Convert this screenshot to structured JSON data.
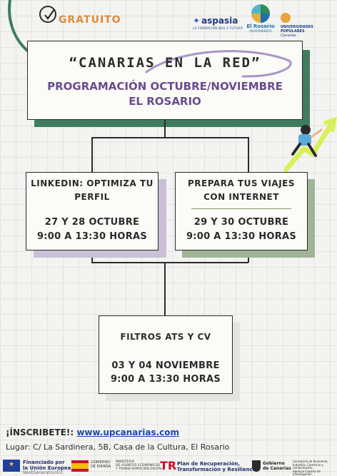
{
  "badge": {
    "label": "GRATUITO"
  },
  "logos": {
    "aspasia": {
      "name": "aspasia",
      "tagline": "LA FORMACIÓN NOS A FUTURO"
    },
    "rosario": {
      "name": "El Rosario",
      "sub": "AYUNTAMIENTO"
    },
    "up": {
      "name": "UNIVERSIDADES POPULARES",
      "sub": "Canarias"
    }
  },
  "title": {
    "main": "“CANARIAS EN LA RED”",
    "sub1": "PROGRAMACIÓN OCTUBRE/NOVIEMBRE",
    "sub2": "EL ROSARIO"
  },
  "workshops": [
    {
      "title_l1": "LINKEDIN: OPTIMIZA TU",
      "title_l2": "PERFIL",
      "dates": "27 Y 28 OCTUBRE",
      "hours": "9:00 A 13:30 HORAS"
    },
    {
      "title_l1": "PREPARA TUS VIAJES",
      "title_l2": "CON INTERNET",
      "dates": "29 Y 30 OCTUBRE",
      "hours": "9:00 A 13:30 HORAS"
    },
    {
      "title_l1": "FILTROS ATS Y CV",
      "dates": "03 Y 04 NOVIEMBRE",
      "hours": "9:00 A 13:30 HORAS"
    }
  ],
  "footer": {
    "inscribe_label": "¡ÍNSCRIBETE!: ",
    "inscribe_link": "www.upcanarias.com",
    "lugar": "Lugar: C/ La Sardinera, 5B, Casa de la Cultura, El Rosario"
  },
  "sponsors": {
    "eu_l1": "Financiado por",
    "eu_l2": "la Unión Europea",
    "eu_l3": "NextGenerationEU",
    "gob_l1": "GOBIERNO",
    "gob_l2": "DE ESPAÑA",
    "min_l1": "MINISTERIO",
    "min_l2": "DE ASUNTOS ECONÓMICOS",
    "min_l3": "Y TRANSFORMACIÓN DIGITAL",
    "plan_l1": "Plan de Recuperación,",
    "plan_l2": "Transformación y Resiliencia",
    "can_l1": "Gobierno",
    "can_l2": "de Canarias",
    "cons_l1": "Consejería de Economía,",
    "cons_l2": "Industria, Comercio y Conocimiento",
    "cons_l3": "Agencia Canaria de Investigación,"
  },
  "colors": {
    "accent_green": "#3f7d5e",
    "accent_purple": "#6b4b8f",
    "badge_orange": "#e08a3a",
    "link_blue": "#1d4aa8"
  }
}
